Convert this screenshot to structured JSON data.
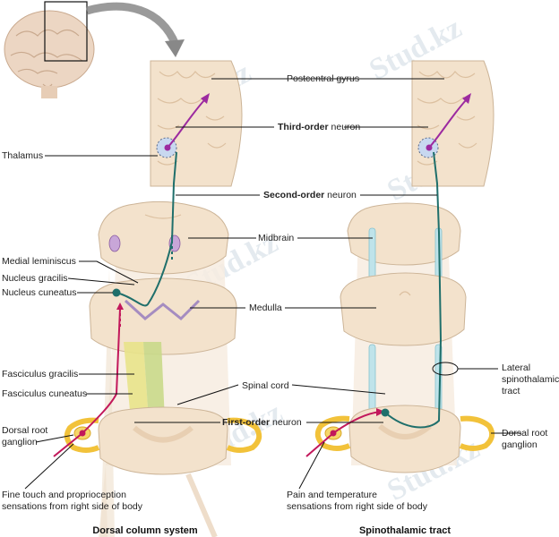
{
  "labels": {
    "postcentral_gyrus": "Postcentral gyrus",
    "third_order_bold": "Third-order",
    "third_order_rest": " neuron",
    "thalamus": "Thalamus",
    "second_order_bold": "Second-order",
    "second_order_rest": " neuron",
    "midbrain": "Midbrain",
    "medial_lemniscus": "Medial leminiscus",
    "nucleus_gracilis": "Nucleus gracilis",
    "nucleus_cuneatus": "Nucleus cuneatus",
    "medulla": "Medulla",
    "fasciculus_gracilis": "Fasciculus gracilis",
    "fasciculus_cuneatus": "Fasciculus cuneatus",
    "spinal_cord": "Spinal cord",
    "first_order_bold": "First-order",
    "first_order_rest": " neuron",
    "dorsal_root_ganglion_left_1": "Dorsal root",
    "dorsal_root_ganglion_left_2": "ganglion",
    "dorsal_root_ganglion_right_1": "Dorsal root",
    "dorsal_root_ganglion_right_2": "ganglion",
    "lateral_st_1": "Lateral",
    "lateral_st_2": "spinothalamic",
    "lateral_st_3": "tract",
    "fine_touch_1": "Fine touch and proprioception",
    "fine_touch_2": "sensations from right side of body",
    "pain_temp_1": "Pain and temperature",
    "pain_temp_2": "sensations from right side of body"
  },
  "captions": {
    "left": "Dorsal column system",
    "right": "Spinothalamic tract"
  },
  "watermarks": [
    "Stud.kz",
    "Stud.kz",
    "Stud.kz",
    "Stud.kz",
    "Stud.kz",
    "Stud.kz"
  ],
  "colors": {
    "tissue": "#f3e2cc",
    "tissue_dark": "#e2c7a6",
    "neuron_teal": "#1f6f6b",
    "neuron_magenta": "#c2185b",
    "neuron_purple": "#9c2aa0",
    "ganglion_yellow": "#f2c23a",
    "tract_lightblue": "#bfe3ea",
    "gracilis_green": "#c9d98a",
    "cuneatus_yellow": "#e8e38a"
  }
}
